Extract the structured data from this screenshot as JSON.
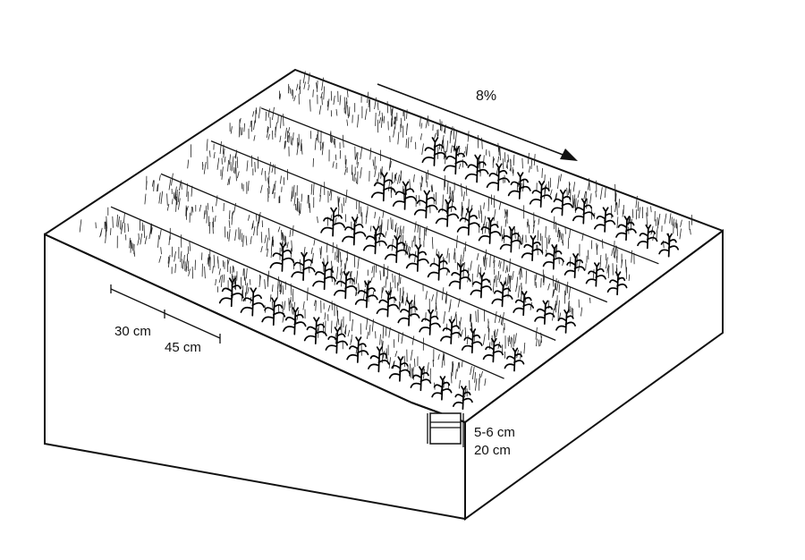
{
  "diagram": {
    "slope_label": "8%",
    "dimensions": {
      "strip_narrow": "30 cm",
      "strip_wide": "45 cm",
      "trench_depth": "5-6 cm",
      "trench_width": "20 cm"
    },
    "strips": [
      {
        "kind": "grass"
      },
      {
        "kind": "plants"
      },
      {
        "kind": "grass"
      },
      {
        "kind": "plants"
      },
      {
        "kind": "grass"
      },
      {
        "kind": "plants"
      },
      {
        "kind": "grass"
      },
      {
        "kind": "plants"
      },
      {
        "kind": "grass"
      }
    ],
    "colors": {
      "ink": "#111111",
      "paper": "#ffffff"
    }
  }
}
